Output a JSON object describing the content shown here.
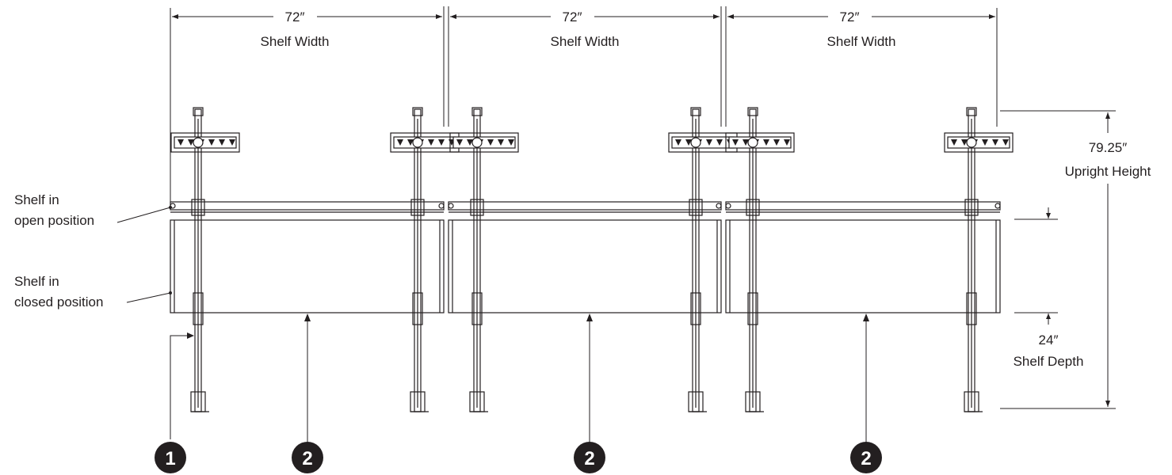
{
  "bays": [
    {
      "width_value": "72″",
      "width_label": "Shelf Width"
    },
    {
      "width_value": "72″",
      "width_label": "Shelf Width"
    },
    {
      "width_value": "72″",
      "width_label": "Shelf Width"
    }
  ],
  "height": {
    "value": "79.25″",
    "label": "Upright Height"
  },
  "depth": {
    "value": "24″",
    "label": "Shelf Depth"
  },
  "open_position": {
    "line1": "Shelf in",
    "line2": "open position"
  },
  "closed_position": {
    "line1": "Shelf in",
    "line2": "closed position"
  },
  "callouts": [
    "1",
    "2",
    "2",
    "2"
  ],
  "colors": {
    "line": "#231f20",
    "background": "#ffffff",
    "callout_fill": "#231f20",
    "callout_text": "#ffffff"
  }
}
